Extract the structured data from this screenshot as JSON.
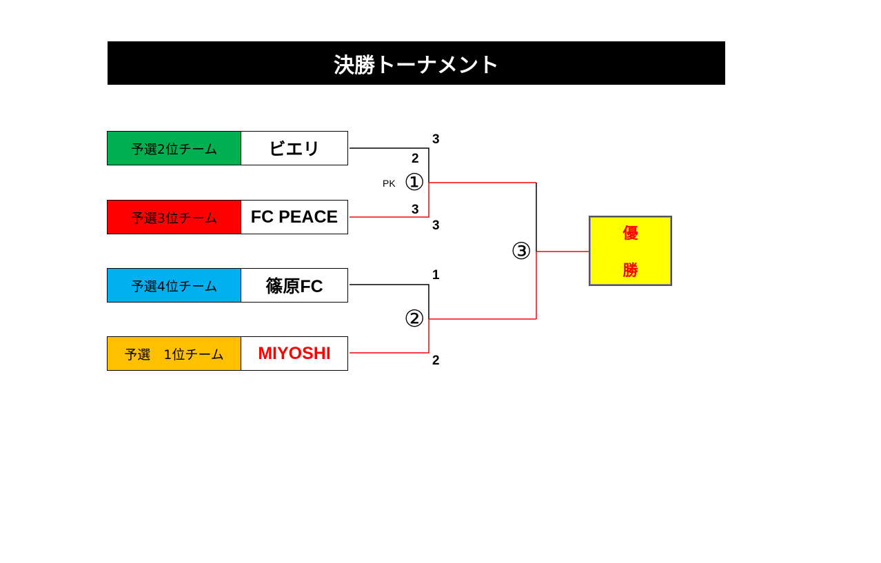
{
  "title": "決勝トーナメント",
  "teams": [
    {
      "seed": "予選2位チーム",
      "name": "ビエリ",
      "seed_color": "#00b050",
      "name_color": "#000000"
    },
    {
      "seed": "予選3位チーム",
      "name": "FC PEACE",
      "seed_color": "#ff0000",
      "name_color": "#000000"
    },
    {
      "seed": "予選4位チーム",
      "name": "篠原FC",
      "seed_color": "#00b0f0",
      "name_color": "#000000"
    },
    {
      "seed": "予選　1位チーム",
      "name": "MIYOSHI",
      "seed_color": "#ffc000",
      "name_color": "#ff0000"
    }
  ],
  "matches": {
    "m1": {
      "label": "①",
      "pk_label": "PK",
      "top_score": "3",
      "bottom_score": "3",
      "top_pk": "2",
      "bottom_pk": "3"
    },
    "m2": {
      "label": "②",
      "top_score": "1",
      "bottom_score": "2"
    },
    "m3": {
      "label": "③"
    }
  },
  "champion": {
    "line1": "優",
    "line2": "勝"
  },
  "colors": {
    "winner_line": "#ff0000",
    "loser_line": "#000000"
  }
}
